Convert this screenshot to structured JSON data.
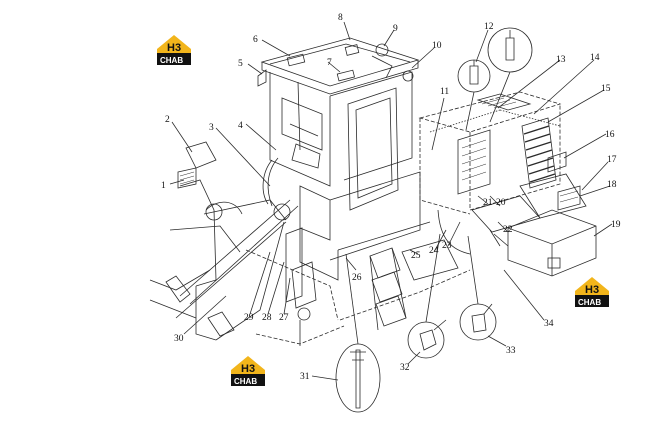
{
  "logos": [
    {
      "id": "logo-top-left",
      "mark": "H3",
      "word": "CHAB"
    },
    {
      "id": "logo-bottom-left",
      "mark": "H3",
      "word": "CHAB"
    },
    {
      "id": "logo-right",
      "mark": "H3",
      "word": "CHAB"
    }
  ],
  "callouts": [
    {
      "n": "1"
    },
    {
      "n": "2"
    },
    {
      "n": "3"
    },
    {
      "n": "4"
    },
    {
      "n": "5"
    },
    {
      "n": "6"
    },
    {
      "n": "7"
    },
    {
      "n": "8"
    },
    {
      "n": "9"
    },
    {
      "n": "10"
    },
    {
      "n": "11"
    },
    {
      "n": "12"
    },
    {
      "n": "13"
    },
    {
      "n": "14"
    },
    {
      "n": "15"
    },
    {
      "n": "16"
    },
    {
      "n": "17"
    },
    {
      "n": "18"
    },
    {
      "n": "19"
    },
    {
      "n": "20"
    },
    {
      "n": "21"
    },
    {
      "n": "22"
    },
    {
      "n": "23"
    },
    {
      "n": "24"
    },
    {
      "n": "25"
    },
    {
      "n": "26"
    },
    {
      "n": "27"
    },
    {
      "n": "28"
    },
    {
      "n": "29"
    },
    {
      "n": "30"
    },
    {
      "n": "31"
    },
    {
      "n": "32"
    },
    {
      "n": "33"
    },
    {
      "n": "34"
    }
  ],
  "colors": {
    "line": "#2b2b2b",
    "logo_yellow": "#f2b51b",
    "logo_black": "#111111",
    "background": "#ffffff"
  }
}
